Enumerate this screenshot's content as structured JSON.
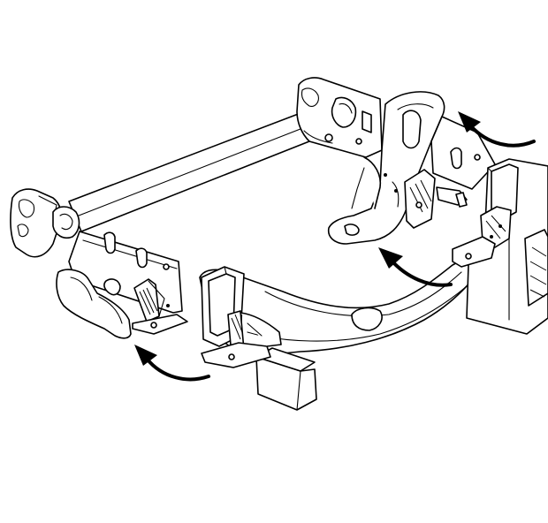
{
  "diagram": {
    "subject": "frame",
    "colors": {
      "line": "#000000",
      "background": "#ffffff"
    },
    "arrows": [
      {
        "id": "arrow-upper-right",
        "direction": "left"
      },
      {
        "id": "arrow-middle",
        "direction": "left"
      },
      {
        "id": "arrow-lower-left",
        "direction": "left"
      }
    ]
  }
}
